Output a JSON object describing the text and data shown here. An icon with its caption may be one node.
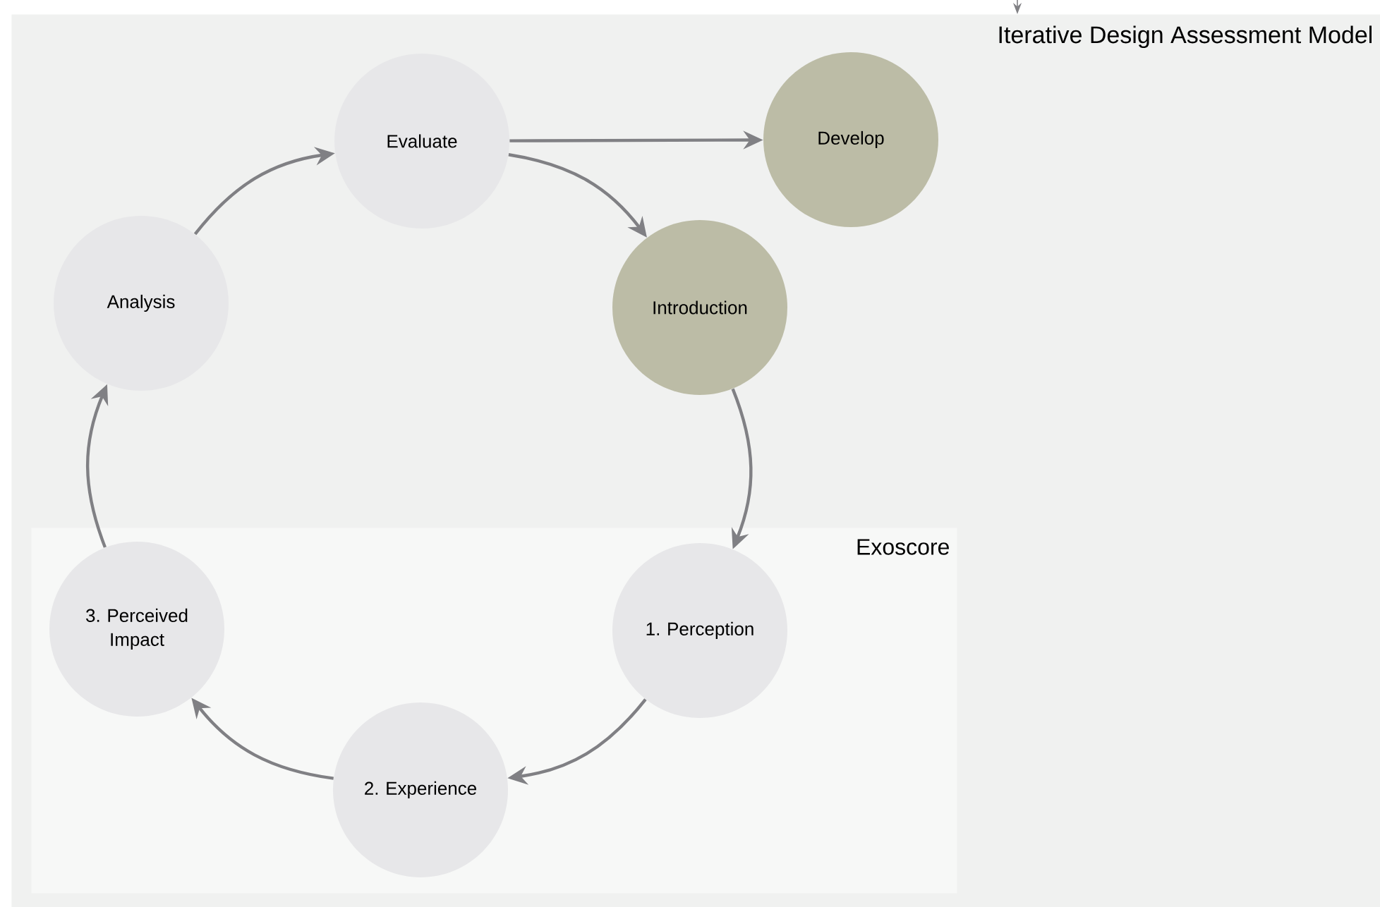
{
  "diagram": {
    "nodes": [
      {
        "text": [
          "Iterative Design Assessment Model"
        ]
      },
      {
        "text": [
          "Evaluate"
        ],
        "in": 0
      },
      {
        "text": [
          "Develop"
        ],
        "in": 0
      },
      {
        "text": [
          "Analysis"
        ],
        "in": 0
      },
      {
        "text": [
          "Introduction"
        ],
        "in": 0
      },
      {
        "text": [
          "Exoscore"
        ],
        "in": 0
      },
      {
        "text": [
          "3. Perceived Impact"
        ],
        "in": 5
      },
      {
        "text": [
          "1. Perception"
        ],
        "in": 5
      },
      {
        "text": [
          "2. Experience"
        ],
        "in": 5
      }
    ],
    "edges": [
      {
        "from": null,
        "to": 0,
        "arrow": "to"
      },
      {
        "from": 1,
        "to": 2,
        "arrow": "to"
      },
      {
        "from": 1,
        "to": 4,
        "arrow": "to"
      },
      {
        "from": 4,
        "to": 7,
        "arrow": "to"
      },
      {
        "from": 7,
        "to": 8,
        "arrow": "to"
      },
      {
        "from": 8,
        "to": 6,
        "arrow": "to"
      },
      {
        "from": 6,
        "to": 3,
        "arrow": "to"
      },
      {
        "from": 3,
        "to": 1,
        "arrow": "to"
      }
    ]
  }
}
